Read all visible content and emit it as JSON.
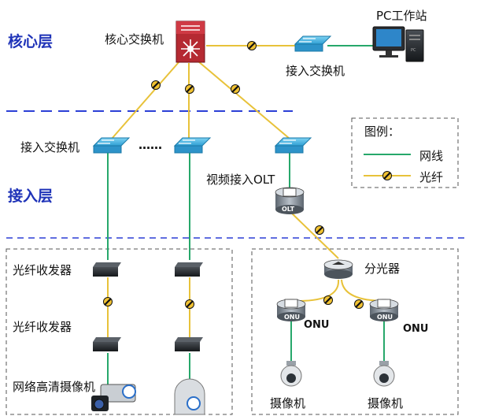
{
  "layers": {
    "core": "核心层",
    "access": "接入层"
  },
  "nodes": {
    "core_switch": "核心交换机",
    "pc_station": "PC工作站",
    "access_switch_top": "接入交换机",
    "access_switch_left": "接入交换机",
    "dots": "……",
    "video_olt": "视频接入OLT",
    "olt_badge": "OLT",
    "transceiver_1": "光纤收发器",
    "transceiver_2": "光纤收发器",
    "hd_camera": "网络高清摄像机",
    "splitter": "分光器",
    "onu_left_badge": "ONU",
    "onu_right_badge": "ONU",
    "onu_left": "ONU",
    "onu_right": "ONU",
    "camera_left": "摄像机",
    "camera_right": "摄像机"
  },
  "legend": {
    "title": "图例：",
    "network_cable": "网线",
    "fiber": "光纤"
  },
  "colors": {
    "network_cable": "#27a86b",
    "fiber": "#e8c23a",
    "layer_text": "#1f33b8",
    "separator": "#2b3fd6",
    "switch_blue": "#36b0e3"
  }
}
